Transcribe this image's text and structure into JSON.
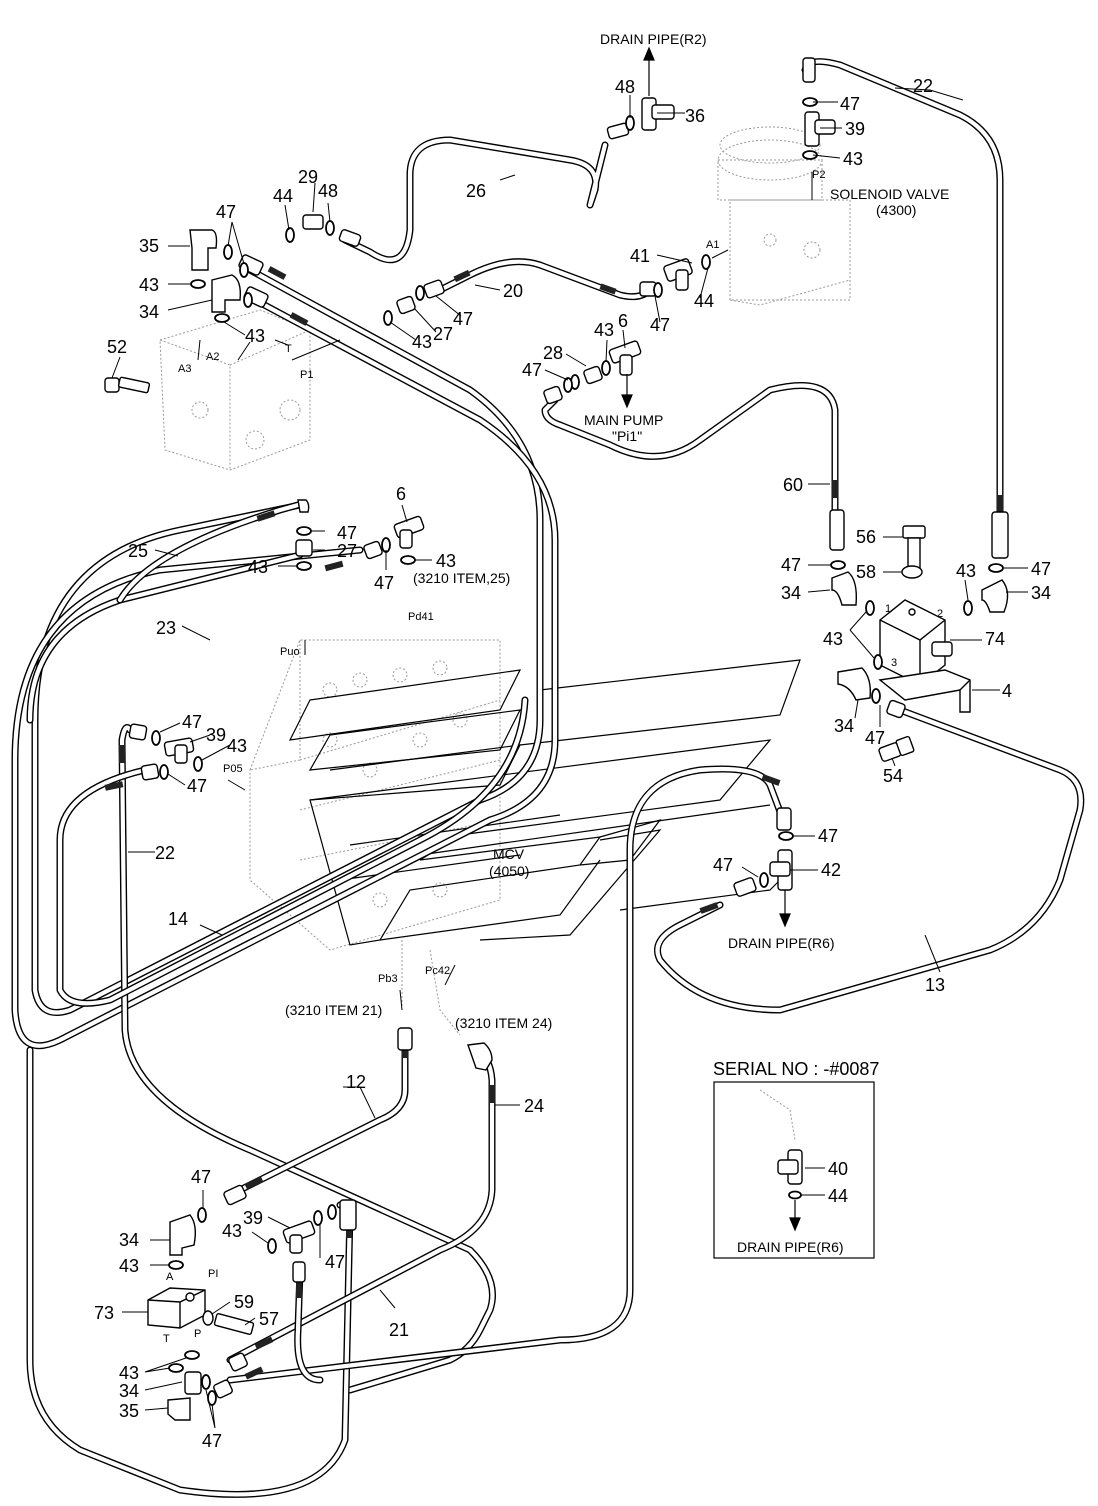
{
  "labels": {
    "drain_r2": "DRAIN PIPE(R2)",
    "solenoid_title": "SOLENOID VALVE",
    "solenoid_code": "(4300)",
    "main_pump_title": "MAIN PUMP",
    "main_pump_port": "\"Pi1\"",
    "mcv_title": "MCV",
    "mcv_code": "(4050)",
    "drain_r6_main": "DRAIN PIPE(R6)",
    "item25_ref": "(3210 ITEM,25)",
    "item21_ref": "(3210 ITEM 21)",
    "item24_ref": "(3210 ITEM 24)",
    "serial_title": "SERIAL NO : -#0087",
    "drain_r6_inset": "DRAIN PIPE(R6)"
  },
  "ports": {
    "p2": "P2",
    "a1": "A1",
    "a2": "A2",
    "a3": "A3",
    "t_top": "T",
    "p1": "P1",
    "pd41": "Pd41",
    "puo": "Puo",
    "p05": "P05",
    "pb3": "Pb3",
    "pc42": "Pc42",
    "blk1": "1",
    "blk2": "2",
    "blk3": "3",
    "a_low": "A",
    "pi_low": "PI",
    "t_low": "T",
    "p_low": "P"
  },
  "callouts": {
    "c22_top": "22",
    "c47_sol": "47",
    "c39_sol": "39",
    "c43_sol": "43",
    "c48_r2": "48",
    "c36": "36",
    "c26": "26",
    "c29": "29",
    "c48_top": "48",
    "c44_top": "44",
    "c47_ul": "47",
    "c35_ul": "35",
    "c43_ul": "43",
    "c34_ul": "34",
    "c43_ul2": "43",
    "c52": "52",
    "c20": "20",
    "c47_20": "47",
    "c27_20": "27",
    "c43_20": "43",
    "c41": "41",
    "c47_41": "47",
    "c44_41": "44",
    "c43_pump": "43",
    "c6_pump": "6",
    "c28": "28",
    "c47_pump": "47",
    "c60": "60",
    "c6_mid": "6",
    "c47_mid_a": "47",
    "c27_mid": "27",
    "c43_mid_l": "43",
    "c47_mid_b": "47",
    "c43_mid_r": "43",
    "c25": "25",
    "c23": "23",
    "c56": "56",
    "c58": "58",
    "c47_blk": "47",
    "c34_blk": "34",
    "c43_blk_r": "43",
    "c47_blk_r": "47",
    "c34_blk_r": "34",
    "c43_blk": "43",
    "c74": "74",
    "c4": "4",
    "c34_blk_b": "34",
    "c47_blk_b": "47",
    "c54": "54",
    "c47_l": "47",
    "c39_l": "39",
    "c43_l": "43",
    "c47_l2": "47",
    "c22_l": "22",
    "c14": "14",
    "c47_drain": "47",
    "c47_drain2": "47",
    "c42": "42",
    "c13": "13",
    "c12": "12",
    "c24": "24",
    "c47_bot": "47",
    "c34_bot": "34",
    "c39_bot": "39",
    "c43_bot": "43",
    "c43_bot2": "43",
    "c47_bot2": "47",
    "c73": "73",
    "c59": "59",
    "c57": "57",
    "c43_bot3": "43",
    "c34_bot2": "34",
    "c35_bot": "35",
    "c47_bot3": "47",
    "c21": "21",
    "c40": "40",
    "c44_inset": "44"
  }
}
